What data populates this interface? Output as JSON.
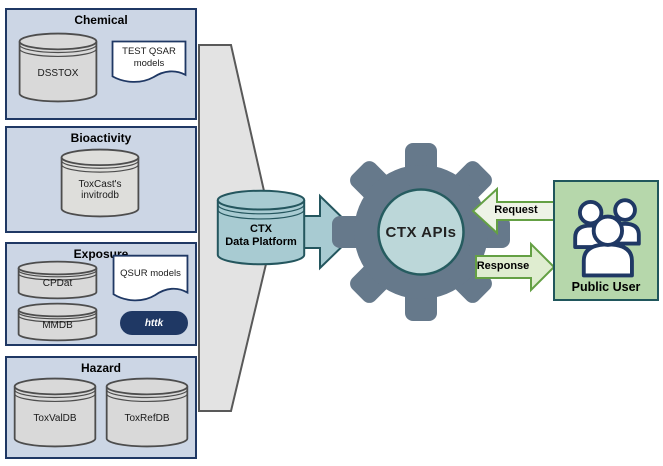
{
  "panels": {
    "chemical": {
      "title": "Chemical",
      "dsstox": "DSSTOX",
      "doc": "TEST QSAR models"
    },
    "bioactivity": {
      "title": "Bioactivity",
      "invitrodb": "ToxCast's invitrodb"
    },
    "exposure": {
      "title": "Exposure",
      "cpdat": "CPDat",
      "mmdb": "MMDB",
      "doc": "QSUR models",
      "httk": "httk"
    },
    "hazard": {
      "title": "Hazard",
      "toxvaldb": "ToxValDB",
      "toxrefdb": "ToxRefDB"
    }
  },
  "platform": {
    "line1": "CTX",
    "line2": "Data Platform"
  },
  "gear": {
    "label": "CTX APIs"
  },
  "flows": {
    "request": "Request",
    "response": "Response"
  },
  "user": {
    "label": "Public User"
  },
  "colors": {
    "panel_fill": "#ccd6e5",
    "panel_border": "#1f3864",
    "cylinder_fill": "#d9d9d9",
    "cylinder_border": "#4d4d4d",
    "funnel_fill": "#e3e3e3",
    "funnel_border": "#595959",
    "platform_fill": "#a8cbd2",
    "platform_border": "#24565e",
    "gear_fill": "#66798b",
    "gear_hub_fill": "#bcd7d9",
    "gear_hub_border": "#265c60",
    "green_arrow_border": "#64a044",
    "request_fill": "#eef3e6",
    "response_fill": "#dfedd0",
    "user_box_fill": "#b6d7ab",
    "user_box_border": "#20565c",
    "navy": "#1f3864"
  }
}
